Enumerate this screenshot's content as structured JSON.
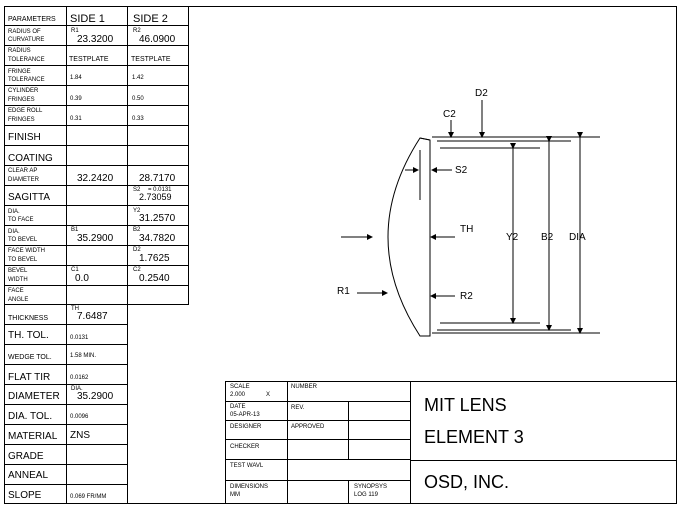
{
  "params": {
    "hdr_param": "PARAMETERS",
    "hdr_side1": "SIDE 1",
    "hdr_side2": "SIDE 2",
    "roc_l1": "RADIUS OF",
    "roc_l2": "CURVATURE",
    "r1_tag": "R1",
    "r1_val": "23.3200",
    "r2_tag": "R2",
    "r2_val": "46.0900",
    "rt_l1": "RADIUS",
    "rt_l2": "TOLERANCE",
    "rt_s1": "TESTPLATE",
    "rt_s2": "TESTPLATE",
    "ft_l1": "FRINGE",
    "ft_l2": "TOLERANCE",
    "ft_s1": "1.84",
    "ft_s2": "1.42",
    "cf_l1": "CYLINDER",
    "cf_l2": "FRINGES",
    "cf_s1": "0.39",
    "cf_s2": "0.50",
    "er_l1": "EDGE ROLL",
    "er_l2": "FRINGES",
    "er_s1": "0.31",
    "er_s2": "0.33",
    "finish": "FINISH",
    "coating": "COATING",
    "ca_l1": "CLEAR AP",
    "ca_l2": "DIAMETER",
    "ca_s1": "32.2420",
    "ca_s2": "28.7170",
    "sagitta": "SAGITTA",
    "s2_tag": "S2",
    "s2_note": "= 0.0131",
    "s2_val": "2.73059",
    "dtf_l1": "DIA.",
    "dtf_l2": "TO FACE",
    "y2_tag": "Y2",
    "y2_val": "31.2570",
    "dtb_l1": "DIA.",
    "dtb_l2": "TO BEVEL",
    "b1_tag": "B1",
    "b1_val": "35.2900",
    "b2_tag": "B2",
    "b2_val": "34.7820",
    "fw_l1": "FACE WIDTH",
    "fw_l2": "TO BEVEL",
    "d2_tag": "D2",
    "d2_val": "1.7625",
    "bw_l1": "BEVEL",
    "bw_l2": "WIDTH",
    "c1_tag": "C1",
    "c1_val": "0.0",
    "c2_tag": "C2",
    "c2_val": "0.2540",
    "fa_l1": "FACE",
    "fa_l2": "ANGLE",
    "thickness": "THICKNESS",
    "th_tag": "TH",
    "th_val": "7.6487",
    "thtol": "TH. TOL.",
    "thtol_val": "0.0131",
    "wedge": "WEDGE TOL.",
    "wedge_val": "1.58 MIN.",
    "flat": "FLAT TIR",
    "flat_val": "0.0162",
    "diameter": "DIAMETER",
    "dia_tag": "DIA.",
    "dia_val": "35.2900",
    "diatol": "DIA. TOL.",
    "diatol_val": "0.0096",
    "material": "MATERIAL",
    "material_val": "ZNS",
    "grade": "GRADE",
    "anneal": "ANNEAL",
    "slope": "SLOPE",
    "slope_val": "0.069 FR/MM"
  },
  "title_block": {
    "scale_lbl": "SCALE",
    "scale_val": "2.000",
    "scale_x": "X",
    "number_lbl": "NUMBER",
    "date_lbl": "DATE",
    "date_val": "05-APR-13",
    "rev_lbl": "REV.",
    "designer_lbl": "DESIGNER",
    "approved_lbl": "APPROVED",
    "checker_lbl": "CHECKER",
    "testwavl_lbl": "TEST WAVL",
    "dims_lbl": "DIMENSIONS",
    "dims_val": "MM",
    "synopsys_lbl": "SYNOPSYS",
    "synopsys_val": "LOG  119",
    "title_l1": "MIT LENS",
    "title_l2": "ELEMENT 3",
    "company": "OSD, INC."
  },
  "drawing": {
    "c2": "C2",
    "d2": "D2",
    "s2": "S2",
    "th": "TH",
    "y2": "Y2",
    "b2": "B2",
    "dia": "DIA",
    "r1": "R1",
    "r2": "R2"
  }
}
